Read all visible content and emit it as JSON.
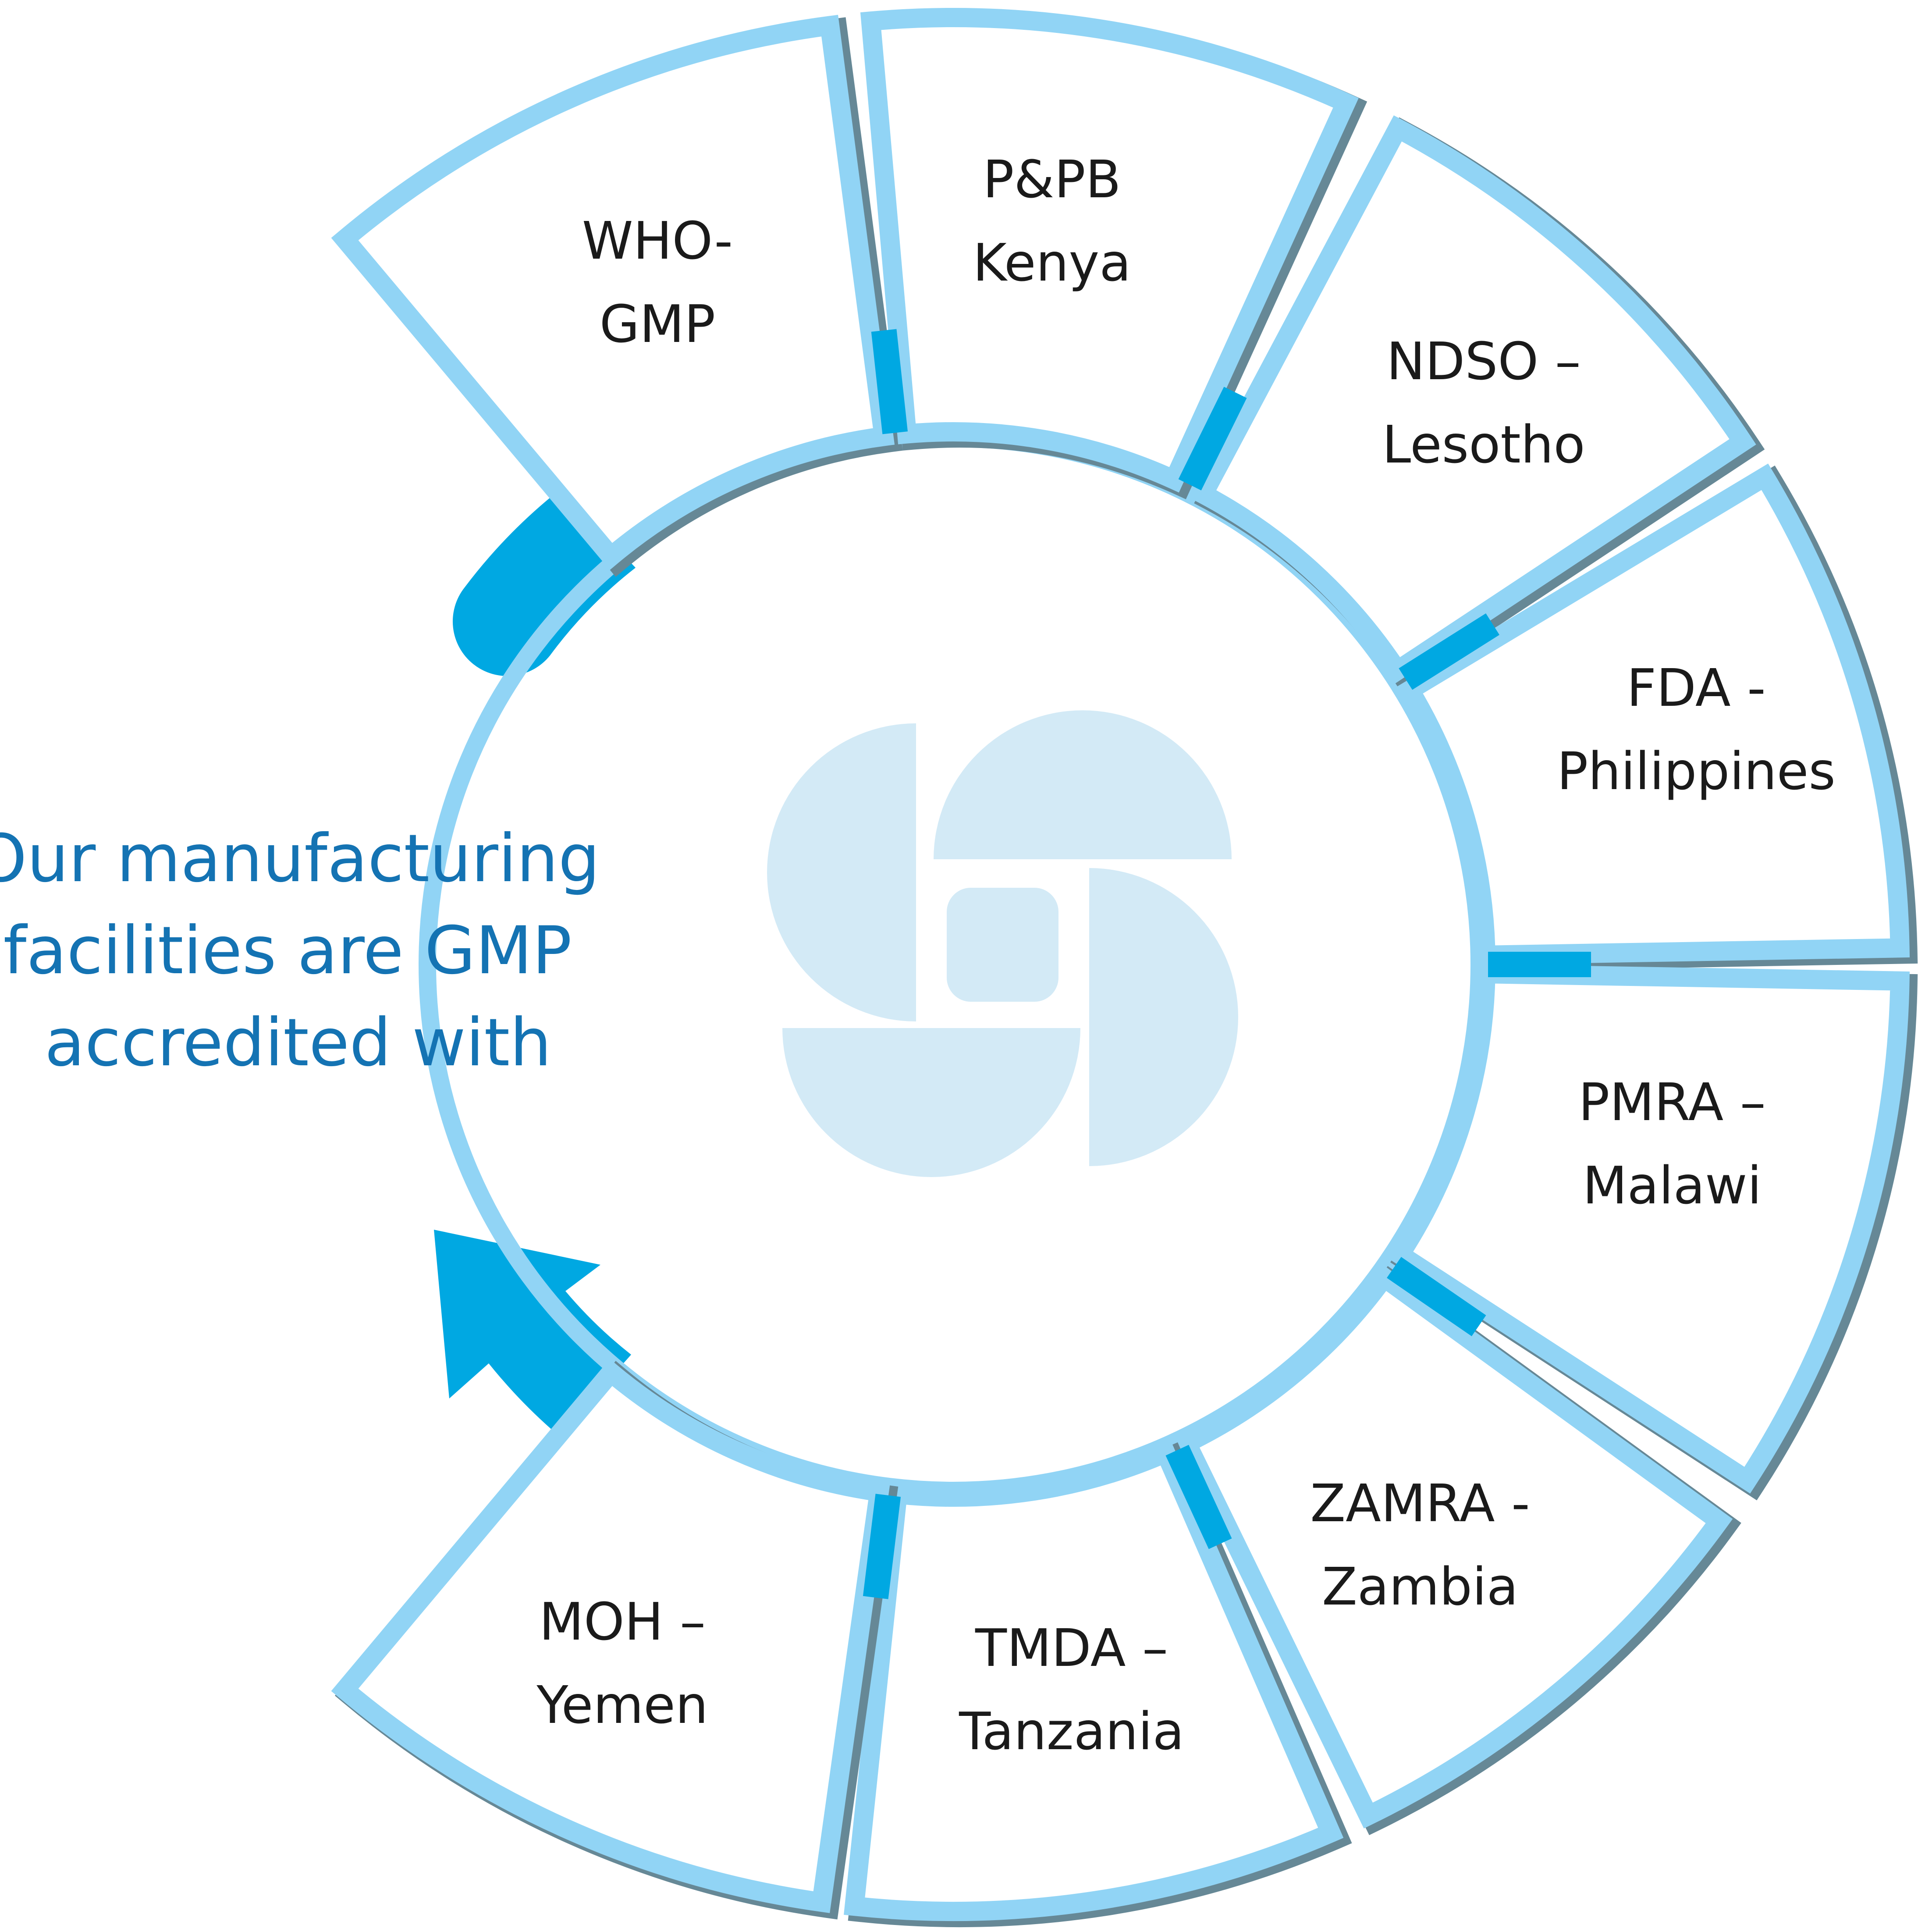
{
  "headline": {
    "lines": [
      "Our manufacturing",
      "facilities are GMP",
      "accredited with"
    ]
  },
  "segments": [
    {
      "id": "who",
      "lines": [
        "WHO-",
        "GMP"
      ]
    },
    {
      "id": "ppb",
      "lines": [
        "P&PB",
        "Kenya"
      ]
    },
    {
      "id": "ndso",
      "lines": [
        "NDSO –",
        "Lesotho"
      ]
    },
    {
      "id": "fda",
      "lines": [
        "FDA -",
        "Philippines"
      ]
    },
    {
      "id": "pmra",
      "lines": [
        "PMRA –",
        "Malawi"
      ]
    },
    {
      "id": "zamra",
      "lines": [
        "ZAMRA -",
        "Zambia"
      ]
    },
    {
      "id": "tmda",
      "lines": [
        "TMDA –",
        "Tanzania"
      ]
    },
    {
      "id": "moh",
      "lines": [
        "MOH –",
        "Yemen"
      ]
    }
  ],
  "colors": {
    "light_blue": "#91d4f5",
    "dark_slate": "#668896",
    "bright_blue": "#00a8e2",
    "headline_blue": "#1473b3",
    "logo_fill": "#d3eaf6",
    "label_text": "#1a1a1a"
  },
  "icons": {
    "center_logo": "company-logo-icon",
    "cycle_arrow": "cycle-arrow-icon"
  }
}
